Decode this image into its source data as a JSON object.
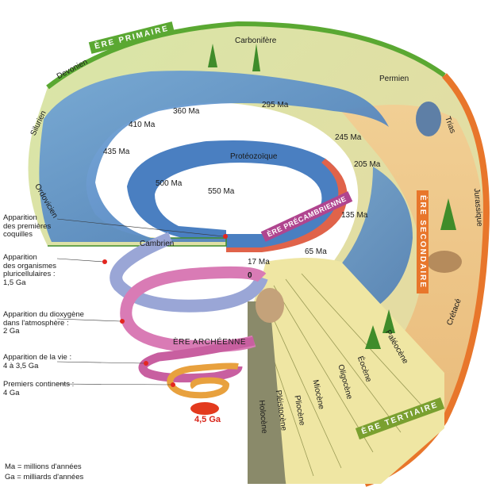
{
  "eras": {
    "primaire": "ÈRE PRIMAIRE",
    "secondaire": "ÈRE SECONDAIRE",
    "tertiaire": "ÈRE TERTIAIRE",
    "precambrienne": "ÈRE PRÉCAMBRIENNE",
    "archeenne": "ÈRE ARCHÉENNE"
  },
  "periods": {
    "carbonifere": "Carbonifère",
    "devonien": "Devonien",
    "permien": "Permien",
    "silurien": "Silurien",
    "ordovicien": "Ordovicien",
    "cambrien": "Cambrien",
    "proterozoique": "Protéozoïque",
    "trias": "Trias",
    "jurassique": "Jurassique",
    "cretace": "Crétacé",
    "paleocene": "Paléocène",
    "eocene": "Éocène",
    "oligocene": "Oligocène",
    "miocene": "Miocène",
    "pliocene": "Pliocène",
    "pleistocene": "Pléistocène",
    "holocene": "Holocène"
  },
  "ages": {
    "a360": "360 Ma",
    "a295": "295 Ma",
    "a410": "410 Ma",
    "a245": "245 Ma",
    "a435": "435 Ma",
    "a205": "205 Ma",
    "a500": "500 Ma",
    "a550": "550 Ma",
    "a135": "135 Ma",
    "a65": "65 Ma",
    "a17": "17 Ma",
    "a0": "0",
    "a45": "4,5 Ga"
  },
  "events": {
    "coquilles": [
      "Apparition",
      "des premières",
      "coquilles"
    ],
    "pluricellulaires": [
      "Apparition",
      "des organismes",
      "pluricellulaires :",
      "1,5 Ga"
    ],
    "oxygene": [
      "Apparition du dioxygène",
      "dans l'atmosphère :",
      "2 Ga"
    ],
    "vie": [
      "Apparition de la vie :",
      "4 à 3,5 Ga"
    ],
    "continents": [
      "Premiers continents :",
      "4 Ga"
    ]
  },
  "legend": {
    "ma": "Ma = millions d'années",
    "ga": "Ga = milliards d'années"
  },
  "colors": {
    "primaire": "#5aa832",
    "secondaire": "#e8762b",
    "tertiaire": "#a3b836",
    "precambrienne": "#b0458f",
    "spiral_blue": "#9aa6d6",
    "spiral_pink": "#d97bb5",
    "spiral_orange": "#e8a13e",
    "sea": "#4f86c6",
    "dot": "#e32620"
  }
}
